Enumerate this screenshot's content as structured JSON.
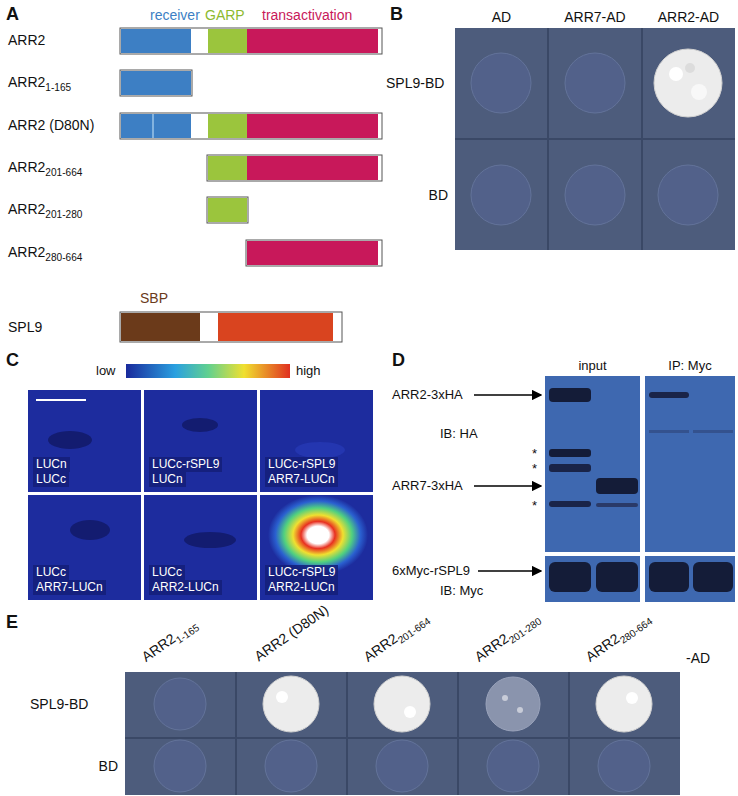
{
  "diagram": {
    "nodes": [
      {
        "text": [
          "LUCn",
          "LUCc"
        ]
      },
      {
        "text": [
          "LUCc-rSPL9",
          "LUCn"
        ]
      },
      {
        "text": [
          "LUCc-rSPL9",
          "ARR7-LUCn"
        ]
      },
      {
        "text": [
          "LUCc",
          "ARR7-LUCn"
        ]
      },
      {
        "text": [
          "LUCc",
          "ARR2-LUCn"
        ]
      },
      {
        "text": [
          "LUCc-rSPL9",
          "ARR2-LUCn"
        ]
      }
    ],
    "labels": [
      "A",
      "receiver",
      "GARP",
      "transactivation",
      "ARR2",
      "ARR2",
      "1-165",
      "ARR2 (D80N)",
      "ARR2",
      "201-664",
      "ARR2",
      "201-280",
      "ARR2",
      "280-664",
      "SBP",
      "SPL9",
      "B",
      "AD",
      "ARR7-AD",
      "ARR2-AD",
      "SPL9-BD",
      "BD",
      "C",
      "low",
      "high",
      "D",
      "input",
      "IP: Myc",
      "ARR2-3xHA",
      "IB: HA",
      "*",
      "*",
      "ARR7-3xHA",
      "*",
      "6xMyc-rSPL9",
      "IB: Myc",
      "E",
      "ARR2",
      "1-165",
      "ARR2 (D80N)",
      "ARR2",
      "201-664",
      "ARR2",
      "201-280",
      "ARR2",
      "280-664",
      "-AD",
      "SPL9-BD",
      "BD"
    ]
  }
}
